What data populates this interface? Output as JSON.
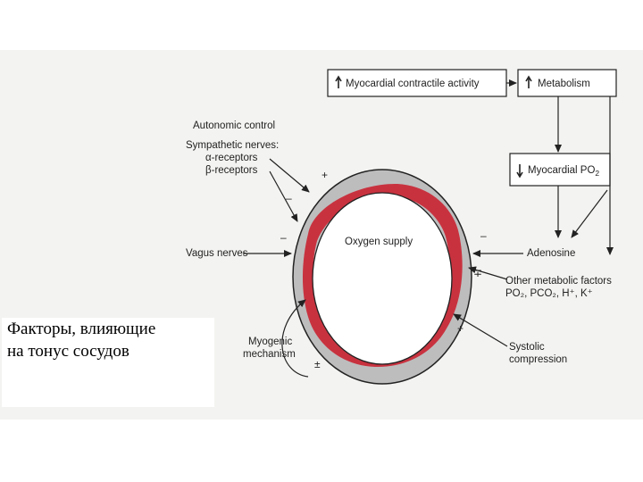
{
  "boxes": {
    "contractile": {
      "arrow": "up-arrow",
      "text": "Myocardial contractile activity"
    },
    "metabolism": {
      "arrow": "up-arrow",
      "text": "Metabolism"
    },
    "po2": {
      "arrow": "down-arrow",
      "text": "Myocardial PO",
      "sub": "2"
    }
  },
  "labels": {
    "autonomic": "Autonomic control",
    "sympathetic": "Sympathetic nerves:",
    "alpha": "α-receptors",
    "beta": "β-receptors",
    "vagus": "Vagus nerves",
    "oxygen": "Oxygen supply",
    "adenosine": "Adenosine",
    "other_metabolic": "Other metabolic factors",
    "other_metabolic_values": "PO₂, PCO₂, H⁺, K⁺",
    "myogenic1": "Myogenic",
    "myogenic2": "mechanism",
    "systolic1": "Systolic",
    "systolic2": "compression"
  },
  "signs": {
    "alpha": "+",
    "beta": "–",
    "vagus": "–",
    "adenosine": "–",
    "other_metabolic": "∓",
    "systolic": "+",
    "myogenic": "±"
  },
  "caption": {
    "line1": "Факторы, влияющие",
    "line2": "на тонус сосудов"
  },
  "colors": {
    "vessel_wall": "#bdbdbd",
    "smooth_muscle": "#c8323f",
    "lumen": "#ffffff"
  }
}
